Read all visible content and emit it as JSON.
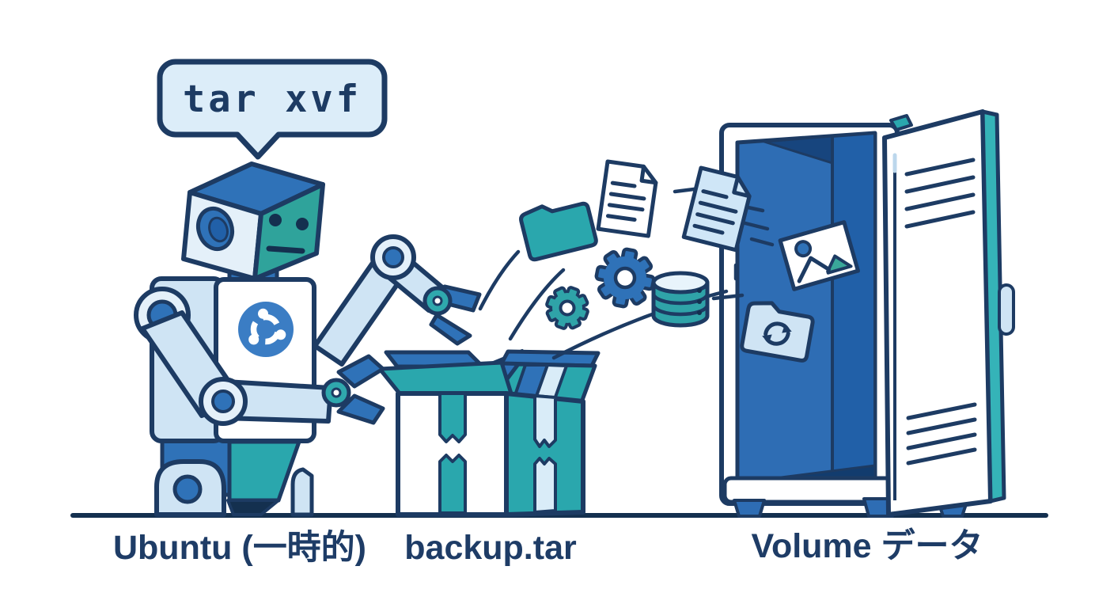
{
  "illustration": {
    "title_command": "tar xvf",
    "captions": {
      "source": "Ubuntu (一時的)",
      "archive": "backup.tar",
      "destination": "Volume データ"
    },
    "colors": {
      "outline": "#1d3b63",
      "navy_dark": "#14304f",
      "blue": "#2f72b8",
      "blue_deep": "#2160a8",
      "teal": "#2aa7ad",
      "light_blue": "#cfe4f4",
      "pale_blue": "#e8f4fb",
      "bubble_bg": "#dcedf9",
      "interior_blue": "#2e6db4",
      "interior_dark": "#17457e",
      "logo_blue": "#3b7dc4",
      "background": "#ffffff"
    },
    "flying_items": [
      "folder-icon",
      "document-icon",
      "document-icon",
      "gear-icon",
      "gear-icon",
      "database-icon",
      "image-icon",
      "sync-folder-icon"
    ]
  }
}
